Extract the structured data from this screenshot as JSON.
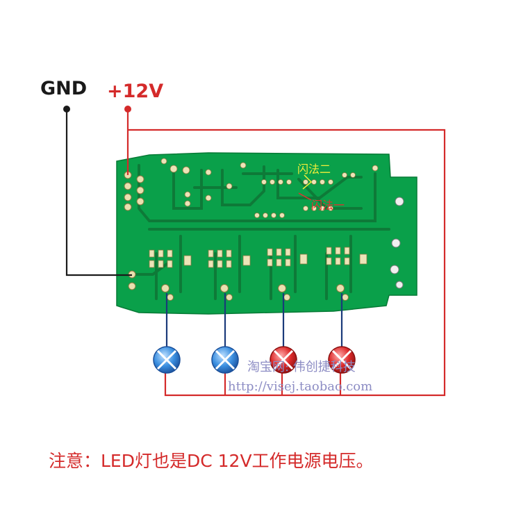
{
  "labels": {
    "gnd": "GND",
    "plus12v": "+12V",
    "flash_mode_2": "闪法二",
    "flash_mode_1": "闪法一"
  },
  "watermark": {
    "shop": "淘宝网: 伟创捷科技",
    "url": "http://visej.taobao.com"
  },
  "note": "注意：LED灯也是DC 12V工作电源电压。",
  "leds": [
    {
      "color": "blue"
    },
    {
      "color": "blue"
    },
    {
      "color": "red"
    },
    {
      "color": "red"
    }
  ],
  "colors": {
    "board_green": "#0aa04a",
    "trace_green": "#0e7a38",
    "gnd_wire": "#1a1a1a",
    "v12_wire": "#d42a2a",
    "led_blue": "#2d7fd6",
    "led_red": "#d3262a"
  }
}
